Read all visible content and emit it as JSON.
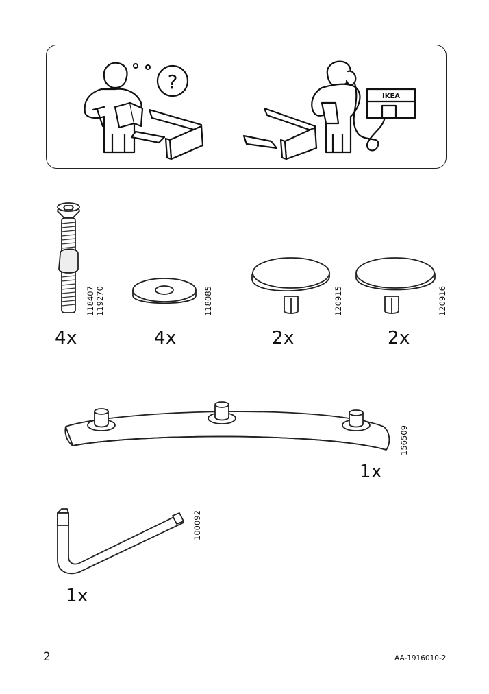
{
  "header_panel": {
    "left_scene": "confused-person-with-manual-icon",
    "right_scene": "person-calling-ikea-icon",
    "store_sign": "IKEA"
  },
  "parts": [
    {
      "id": "screw",
      "icon": "bolt-icon",
      "part_numbers": [
        "118407",
        "119270"
      ],
      "quantity": "4x"
    },
    {
      "id": "washer",
      "icon": "washer-icon",
      "part_numbers": [
        "118085"
      ],
      "quantity": "4x"
    },
    {
      "id": "foot-a",
      "icon": "glide-foot-icon",
      "part_numbers": [
        "120915"
      ],
      "quantity": "2x"
    },
    {
      "id": "foot-b",
      "icon": "glide-foot-icon",
      "part_numbers": [
        "120916"
      ],
      "quantity": "2x"
    },
    {
      "id": "rail",
      "icon": "curved-rail-icon",
      "part_numbers": [
        "156509"
      ],
      "quantity": "1x"
    },
    {
      "id": "allen-key",
      "icon": "hex-key-icon",
      "part_numbers": [
        "100092"
      ],
      "quantity": "1x"
    }
  ],
  "footer": {
    "page_number": "2",
    "doc_code": "AA-1916010-2"
  }
}
